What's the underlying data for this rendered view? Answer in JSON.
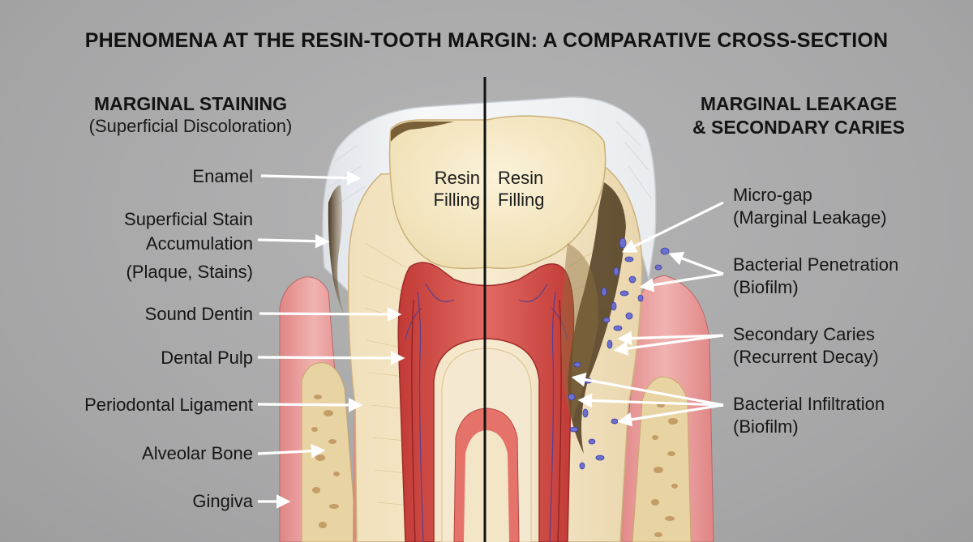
{
  "title": "PHENOMENA AT THE RESIN-TOOTH MARGIN: A COMPARATIVE CROSS-SECTION",
  "left_panel": {
    "heading": "MARGINAL STAINING",
    "subheading": "(Superficial Discoloration)",
    "labels": {
      "enamel": "Enamel",
      "stain_line1": "Superficial Stain",
      "stain_line2": "Accumulation",
      "stain_line3": "(Plaque, Stains)",
      "dentin": "Sound Dentin",
      "pulp": "Dental Pulp",
      "ligament": "Periodontal Ligament",
      "bone": "Alveolar Bone",
      "gingiva": "Gingiva"
    }
  },
  "right_panel": {
    "heading_line1": "MARGINAL LEAKAGE",
    "heading_line2": "& SECONDARY CARIES",
    "labels": {
      "microgap_line1": "Micro-gap",
      "microgap_line2": "(Marginal Leakage)",
      "penetration_line1": "Bacterial Penetration",
      "penetration_line2": "(Biofilm)",
      "caries_line1": "Secondary Caries",
      "caries_line2": "(Recurrent Decay)",
      "infiltration_line1": "Bacterial Infiltration",
      "infiltration_line2": "(Biofilm)"
    }
  },
  "resin_label_line1": "Resin",
  "resin_label_line2": "Filling",
  "colors": {
    "background": "#a9a9aa",
    "enamel": "#eef0f2",
    "dentin": "#eedcb5",
    "resin": "#f3e7c4",
    "pulp": "#d9524c",
    "gingiva": "#e89a9a",
    "bone": "#e6cf9c",
    "stain": "#5a4426",
    "bacteria": "#6c6fd0"
  }
}
